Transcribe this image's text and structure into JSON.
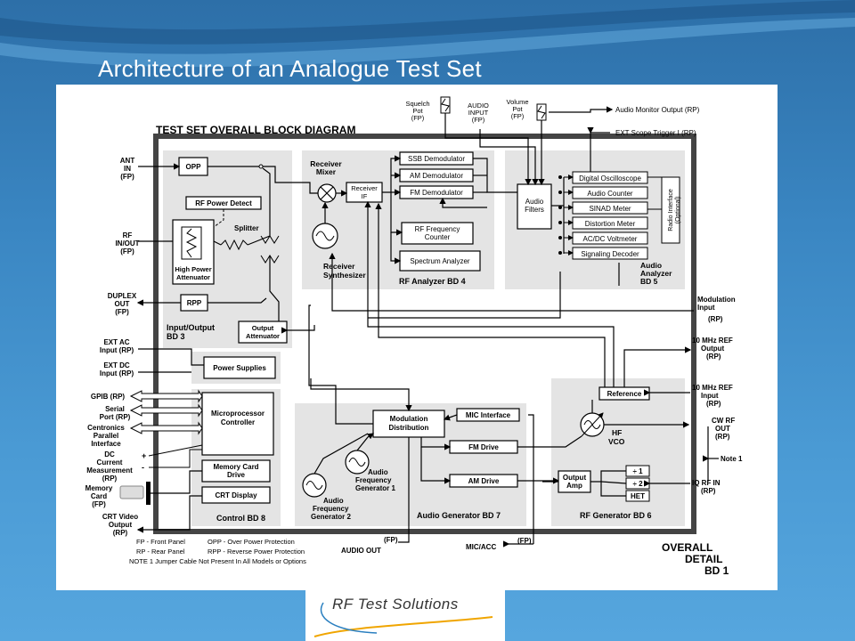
{
  "slide": {
    "title": "Architecture of an Analogue Test Set"
  },
  "logo": {
    "text": "RF Test Solutions"
  },
  "diagram": {
    "heading": "TEST SET OVERALL BLOCK DIAGRAM",
    "overall_label": [
      "OVERALL",
      "DETAIL",
      "BD 1"
    ],
    "boards": {
      "io": [
        "Input/Output",
        "BD 3"
      ],
      "rf_analyzer": "RF Analyzer BD 4",
      "audio_analyzer": [
        "Audio",
        "Analyzer",
        "BD 5"
      ],
      "control": "Control BD 8",
      "audio_generator": "Audio Generator BD 7",
      "rf_generator": "RF Generator BD 6"
    },
    "blocks": {
      "opp": "OPP",
      "rf_power_detect": "RF Power Detect",
      "high_power_attenuator": [
        "High Power",
        "Attenuator"
      ],
      "rpp": "RPP",
      "output_attenuator": [
        "Output",
        "Attenuator"
      ],
      "splitter": "Splitter",
      "receiver_mixer": [
        "Receiver",
        "Mixer"
      ],
      "receiver_if": [
        "Receiver",
        "IF"
      ],
      "receiver_synthesizer": [
        "Receiver",
        "Synthesizer"
      ],
      "ssb_demod": "SSB Demodulator",
      "am_demod": "AM Demodulator",
      "fm_demod": "FM Demodulator",
      "rf_freq_counter": [
        "RF Frequency",
        "Counter"
      ],
      "spectrum_analyzer": "Spectrum Analyzer",
      "audio_filters": [
        "Audio",
        "Filters"
      ],
      "digital_oscilloscope": "Digital Oscilloscope",
      "audio_counter": "Audio Counter",
      "sinad_meter": "SINAD Meter",
      "distortion_meter": "Distortion Meter",
      "acdc_voltmeter": "AC/DC Voltmeter",
      "signaling_decoder": "Signaling Decoder",
      "radio_interface": [
        "Radio Interface",
        "(Optional)"
      ],
      "power_supplies": "Power Supplies",
      "microprocessor": [
        "Microprocessor",
        "Controller"
      ],
      "memory_card_drive": [
        "Memory Card",
        "Drive"
      ],
      "crt_display": "CRT Display",
      "modulation_distribution": [
        "Modulation",
        "Distribution"
      ],
      "mic_interface": "MIC Interface",
      "fm_drive": "FM Drive",
      "am_drive": "AM Drive",
      "audio_gen1": [
        "Audio",
        "Frequency",
        "Generator 1"
      ],
      "audio_gen2": [
        "Audio",
        "Frequency",
        "Generator 2"
      ],
      "reference": "Reference",
      "hf_vco": [
        "HF",
        "VCO"
      ],
      "output_amp": [
        "Output",
        "Amp"
      ],
      "div1": "÷ 1",
      "div2": "÷ 2",
      "het": "HET"
    },
    "ports": {
      "ant_in": [
        "ANT",
        "IN",
        "(FP)"
      ],
      "rf_inout": [
        "RF",
        "IN/OUT",
        "(FP)"
      ],
      "duplex_out": [
        "DUPLEX",
        "OUT",
        "(FP)"
      ],
      "ext_ac": [
        "EXT AC",
        "Input (RP)"
      ],
      "ext_dc": [
        "EXT DC",
        "Input (RP)"
      ],
      "gpib": "GPIB (RP)",
      "serial": [
        "Serial",
        "Port (RP)"
      ],
      "centronics": [
        "Centronics",
        "Parallel",
        "Interface"
      ],
      "dc_current": [
        "DC",
        "Current",
        "Measurement",
        "(RP)"
      ],
      "memory_card": [
        "Memory",
        "Card",
        "(FP)"
      ],
      "crt_video": [
        "CRT Video",
        "Output",
        "(RP)"
      ],
      "squelch_pot": [
        "Squelch",
        "Pot",
        "(FP)"
      ],
      "audio_input": [
        "AUDIO",
        "INPUT",
        "(FP)"
      ],
      "volume_pot": [
        "Volume",
        "Pot",
        "(FP)"
      ],
      "audio_monitor_out": "Audio Monitor Output (RP)",
      "ext_scope_trigger": "EXT Scope Trigger I (RP)",
      "modulation_input": [
        "Modulation",
        "Input",
        "(RP)"
      ],
      "ref_out": [
        "10 MHz REF",
        "Output",
        "(RP)"
      ],
      "ref_in": [
        "10 MHz REF",
        "Input",
        "(RP)"
      ],
      "cw_rf_out": [
        "CW RF",
        "OUT",
        "(RP)"
      ],
      "note1": "Note 1",
      "iq_rf_in": [
        "IQ RF IN",
        "(RP)"
      ],
      "audio_out": [
        "(FP)",
        "AUDIO OUT"
      ],
      "mic_acc": [
        "MIC/ACC",
        "(FP)"
      ]
    },
    "legend": [
      "FP - Front Panel",
      "OPP - Over Power Protection",
      "RP - Rear Panel",
      "RPP - Reverse Power Protection",
      "NOTE 1 Jumper Cable Not Present In All Models or Options"
    ]
  }
}
